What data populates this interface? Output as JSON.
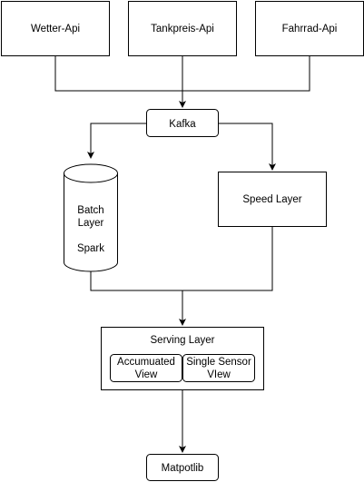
{
  "nodes": {
    "wetter_api": {
      "label": "Wetter-Api"
    },
    "tankpreis_api": {
      "label": "Tankpreis-Api"
    },
    "fahrrad_api": {
      "label": "Fahrrad-Api"
    },
    "kafka": {
      "label": "Kafka"
    },
    "batch_layer": {
      "line1": "Batch",
      "line2": "Layer",
      "line3": "Spark"
    },
    "speed_layer": {
      "label": "Speed Layer"
    },
    "serving_layer": {
      "label": "Serving Layer",
      "accumulated_view": {
        "line1": "Accumuated",
        "line2": "View"
      },
      "single_sensor_view": {
        "line1": "Single Sensor",
        "line2": "VIew"
      }
    },
    "matpotlib": {
      "label": "Matpotlib"
    }
  }
}
